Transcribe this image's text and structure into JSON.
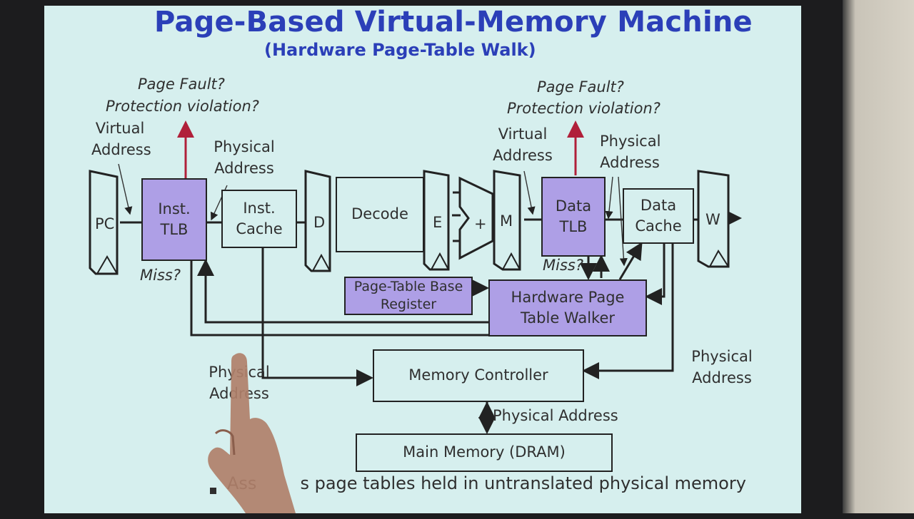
{
  "slide": {
    "title": "Page-Based Virtual-Memory Machine",
    "subtitle": "(Hardware Page-Table Walk)",
    "bullet": "Assumes page tables held in untranslated physical memory",
    "bullet_visible": "Ass        s page tables held in untranslated physical memory"
  },
  "labels": {
    "page_fault_left": "Page Fault?",
    "protection_left": "Protection violation?",
    "page_fault_right": "Page Fault?",
    "protection_right": "Protection violation?",
    "virtual_left_1": "Virtual",
    "virtual_left_2": "Address",
    "physical_itlb_1": "Physical",
    "physical_itlb_2": "Address",
    "virtual_right_1": "Virtual",
    "virtual_right_2": "Address",
    "physical_dtlb_1": "Physical",
    "physical_dtlb_2": "Address",
    "miss_left": "Miss?",
    "miss_right": "Miss?",
    "physical_mc_left_1": "Physical",
    "physical_mc_left_2": "Address",
    "physical_mc_right_1": "Physical",
    "physical_mc_right_2": "Address",
    "physical_dram": "Physical Address"
  },
  "blocks": {
    "pc": "PC",
    "inst_tlb_1": "Inst.",
    "inst_tlb_2": "TLB",
    "inst_cache_1": "Inst.",
    "inst_cache_2": "Cache",
    "d_reg": "D",
    "decode": "Decode",
    "e_reg": "E",
    "alu": "+",
    "m_reg": "M",
    "data_tlb_1": "Data",
    "data_tlb_2": "TLB",
    "data_cache_1": "Data",
    "data_cache_2": "Cache",
    "w_reg": "W",
    "ptbr_1": "Page-Table Base",
    "ptbr_2": "Register",
    "walker_1": "Hardware Page",
    "walker_2": "Table Walker",
    "memory_controller": "Memory Controller",
    "main_memory": "Main Memory (DRAM)"
  },
  "colors": {
    "title": "#2b3fb8",
    "highlight_block": "#ae9fe6",
    "fault_arrow": "#b0203a",
    "screen": "#d6efee"
  }
}
